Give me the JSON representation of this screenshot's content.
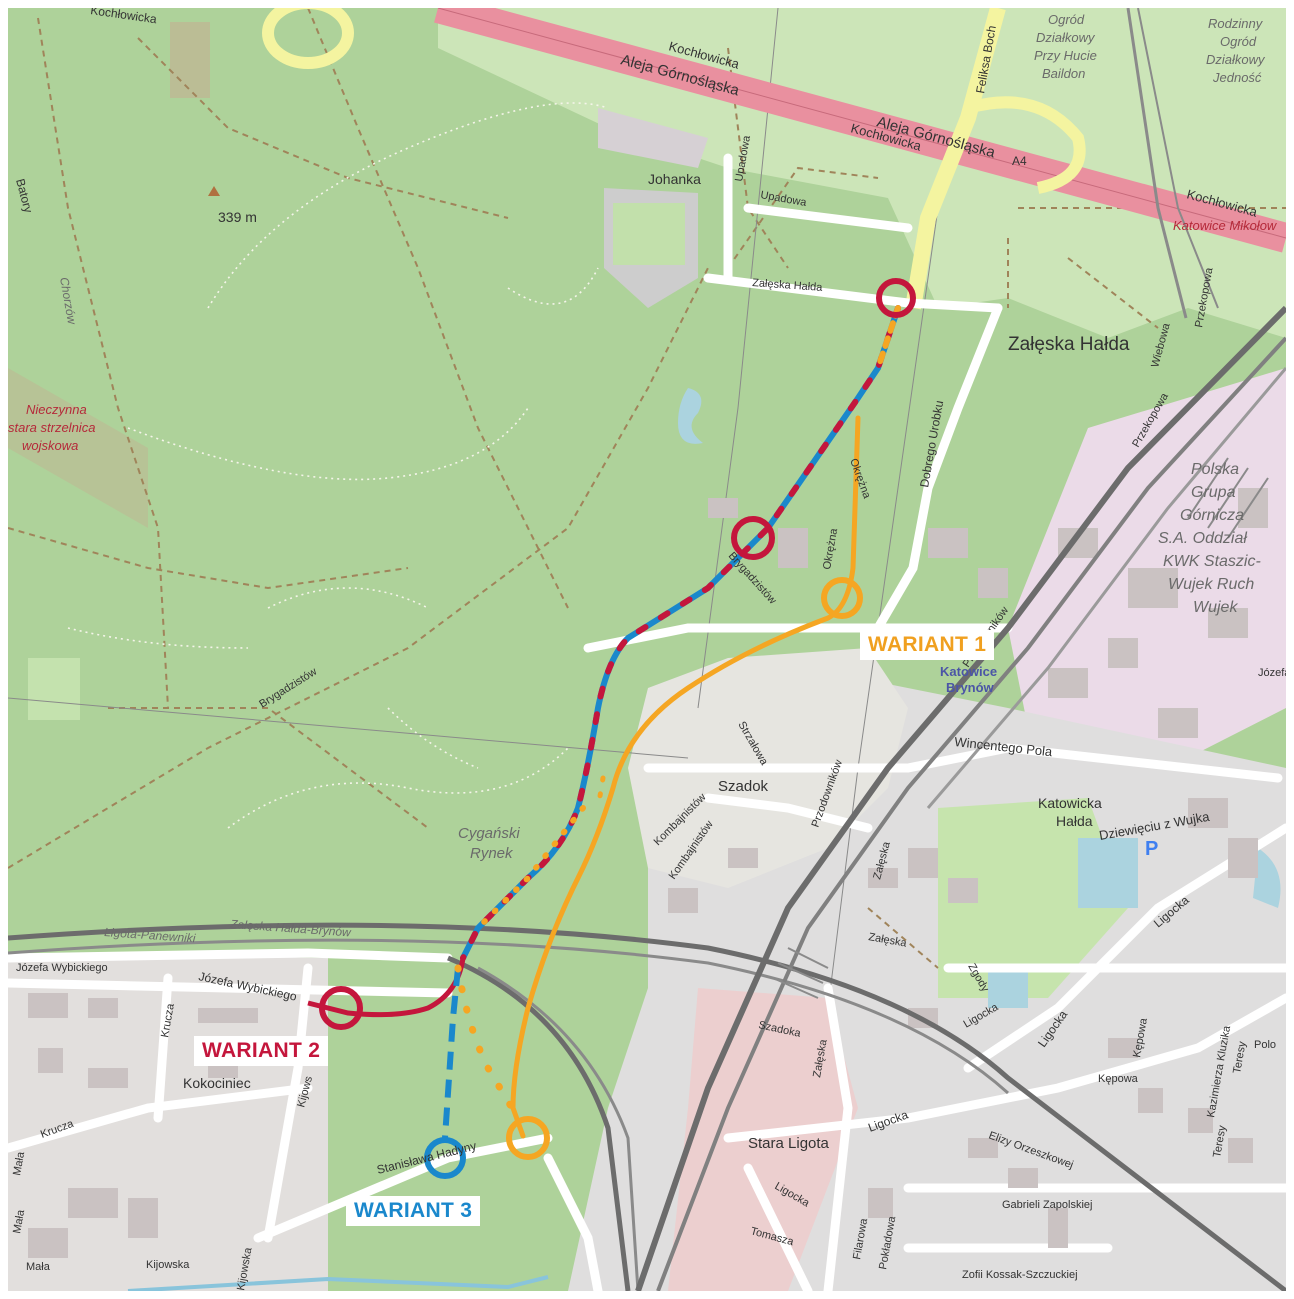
{
  "variants": {
    "w1": {
      "label": "WARIANT 1",
      "color": "#f5a623"
    },
    "w2": {
      "label": "WARIANT 2",
      "color": "#c4163c"
    },
    "w3": {
      "label": "WARIANT 3",
      "color": "#1a88cc"
    }
  },
  "streets": {
    "aleja_1": "Aleja Górnośląska",
    "aleja_2": "Aleja Górnośląska",
    "kochlowicka_1": "Kochłowicka",
    "kochlowicka_2": "Kochłowicka",
    "kochlowicka_3": "Kochłowicka",
    "kochlowicka_top": "Kochłowicka",
    "a4": "A4",
    "feliksa": "Feliksa Boch",
    "upadowa_1": "Upadowa",
    "upadowa_2": "Upadowa",
    "zaleska_halda_st": "Załęska Hałda",
    "dobrego_urobku": "Dobrego Urobku",
    "okrezna_1": "Okrężna",
    "okrezna_2": "Okrężna",
    "brygadzistow_1": "Brygadzistów",
    "brygadzistow_2": "Brygadzistów",
    "strzalowa": "Strzałowa",
    "kombajnistow_1": "Kombajnistów",
    "kombajnistow_2": "Kombajnistów",
    "przodownikow_1": "Przodowników",
    "przodownikow_2": "Przodowników",
    "wincentego": "Wincentego Pola",
    "dzieciecu": "Dziewięciu z Wujka",
    "zaleska_1": "Załęska",
    "zaleska_2": "Załęska",
    "zaleska_3": "Załęska",
    "zolody": "Zgody",
    "ligocka_1": "Ligocka",
    "ligocka_2": "Ligocka",
    "ligocka_3": "Ligocka",
    "ligocka_4": "Ligocka",
    "ligocka_5": "Ligocka",
    "szadoka": "Szadoka",
    "kepowa_1": "Kępowa",
    "kepowa_2": "Kępowa",
    "kazimierza": "Kazimierza Kluzika",
    "teresy_1": "Teresy",
    "teresy_2": "Teresy",
    "polo": "Polo",
    "elizy": "Elizy Orzeszkowej",
    "gabrieli": "Gabrieli Zapolskiej",
    "tomasza": "Tomasza",
    "filarowa": "Filarowa",
    "pokladowa": "Pokładowa",
    "zofii": "Zofii Kossak-Szczuckiej",
    "wybickiego_1": "Józefa Wybickiego",
    "wybickiego_2": "Józefa Wybickiego",
    "krucza_1": "Krucza",
    "krucza_2": "Krucza",
    "kijowska_1": "Kijows",
    "kijowska_2": "Kijowska",
    "kijowska_3": "Kijowska",
    "mala_1": "Mała",
    "mala_2": "Mała",
    "mala_3": "Mała",
    "stanislawa": "Stanisława Hadyny",
    "wiebowa": "Wiebowa",
    "przekopowa_1": "Przekopowa",
    "przekopowa_2": "Przekopowa",
    "batory": "Batory",
    "chorzow": "Chorzów",
    "railway": "Ligota-Panewniki",
    "railway_2": "Załęska Hałda-Brynów",
    "jozefa_right": "Józefa"
  },
  "places": {
    "johanka": "Johanka",
    "zaleska_halda": "Załęska Hałda",
    "szadok": "Szadok",
    "cyganski_1": "Cygański",
    "cyganski_2": "Rynek",
    "katowicka_1": "Katowicka",
    "katowicka_2": "Hałda",
    "kokociniec": "Kokociniec",
    "stara_ligota": "Stara Ligota",
    "peak": "339 m",
    "nieczynna_1": "Nieczynna",
    "nieczynna_2": "stara strzelnica",
    "nieczynna_3": "wojskowa",
    "ogrod_1": "Ogród",
    "ogrod_2": "Działkowy",
    "ogrod_3": "Przy Hucie",
    "ogrod_4": "Baildon",
    "rodzinny_1": "Rodzinny",
    "rodzinny_2": "Ogród",
    "rodzinny_3": "Działkowy",
    "rodzinny_4": "Jedność",
    "pgg_1": "Polska",
    "pgg_2": "Grupa",
    "pgg_3": "Górnicza",
    "pgg_4": "S.A. Oddział",
    "pgg_5": "KWK Staszic-",
    "pgg_6": "Wujek Ruch",
    "pgg_7": "Wujek",
    "station_1": "Katowice",
    "station_2": "Brynów",
    "katowice_mik": "Katowice Mikołow",
    "parking": "P"
  },
  "colors": {
    "forest": "#aed29a",
    "park": "#c8e6b4",
    "residential": "#e0dfdf",
    "industrial": "#ebdbe8",
    "motorway": "#e9909f",
    "primary": "#f4f4a0",
    "rail": "#777777",
    "water": "#abd3df"
  }
}
